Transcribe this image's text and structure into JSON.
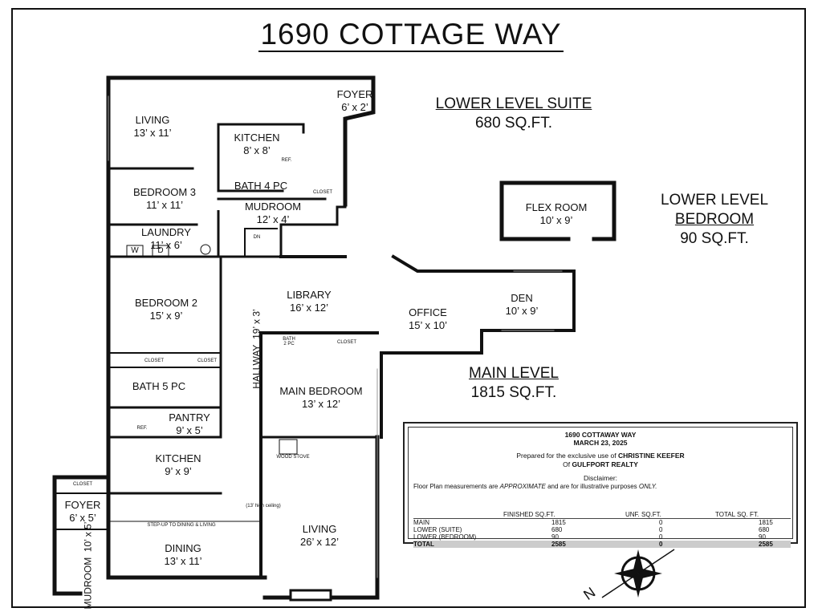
{
  "title": "1690 COTTAGE WAY",
  "levels": {
    "lower_suite": {
      "name": "LOWER LEVEL SUITE",
      "area": "680 SQ.FT."
    },
    "lower_bedroom": {
      "name_line1": "LOWER LEVEL",
      "name_line2": "BEDROOM",
      "area": "90 SQ.FT."
    },
    "main": {
      "name": "MAIN LEVEL",
      "area": "1815 SQ.FT."
    }
  },
  "rooms": {
    "foyer_top": {
      "name": "FOYER",
      "dims": "6’ x 2’"
    },
    "living_top": {
      "name": "LIVING",
      "dims": "13’ x 11’"
    },
    "kitchen_top": {
      "name": "KITCHEN",
      "dims": "8’ x 8’"
    },
    "bedroom3": {
      "name": "BEDROOM 3",
      "dims": "11’ x 11’"
    },
    "bath4": {
      "name": "BATH 4 PC"
    },
    "mudroom_top": {
      "name": "MUDROOM",
      "dims": "12’ x 4’"
    },
    "laundry": {
      "name": "LAUNDRY",
      "dims": "11’ x 6’"
    },
    "flex": {
      "name": "FLEX ROOM",
      "dims": "10’ x 9’"
    },
    "bedroom2": {
      "name": "BEDROOM 2",
      "dims": "15’ x 9’"
    },
    "library": {
      "name": "LIBRARY",
      "dims": "16’ x 12’"
    },
    "office": {
      "name": "OFFICE",
      "dims": "15’ x 10’"
    },
    "den": {
      "name": "DEN",
      "dims": "10’ x 9’"
    },
    "bath5": {
      "name": "BATH 5 PC"
    },
    "pantry": {
      "name": "PANTRY",
      "dims": "9’ x 5’"
    },
    "main_bedroom": {
      "name": "MAIN BEDROOM",
      "dims": "13’ x 12’"
    },
    "kitchen_main": {
      "name": "KITCHEN",
      "dims": "9’ x 9’"
    },
    "foyer_main": {
      "name": "FOYER",
      "dims": "6’ x 5’"
    },
    "dining": {
      "name": "DINING",
      "dims": "13’ x 11’"
    },
    "living_main": {
      "name": "LIVING",
      "dims": "26’ x 12’"
    },
    "mudroom_side": {
      "name": "MUDROOM",
      "dims": "10’ x 5’"
    },
    "hallway": {
      "name": "HALLWAY",
      "dims": "19’ x 3’"
    },
    "bath2": {
      "name_line1": "BATH",
      "name_line2": "2 PC"
    }
  },
  "small_labels": {
    "closet": "CLOSET",
    "ref": "REF.",
    "dn": "DN",
    "washer": "W",
    "dryer": "D",
    "wood_stove": "WOOD STOVE",
    "ceiling": "(13’ high ceiling)",
    "step_up": "STEP-UP TO DINING & LIVING"
  },
  "disclaimer": {
    "address": "1690 COTTAWAY WAY",
    "date": "MARCH 23, 2025",
    "prepared_prefix": "Prepared for the exclusive use of",
    "client": "CHRISTINE KEEFER",
    "of_prefix": "Of",
    "agency": "GULFPORT REALTY",
    "disclaimer_label": "Disclaimer:",
    "note_a": "Floor Plan measurements are",
    "note_b": "APPROXIMATE",
    "note_c": "and are for illustrative purposes",
    "note_d": "ONLY.",
    "columns": [
      "FINISHED SQ.FT.",
      "UNF. SQ.FT.",
      "TOTAL SQ. FT."
    ],
    "rows": [
      {
        "label": "MAIN",
        "finished": "1815",
        "unf": "0",
        "total": "1815"
      },
      {
        "label": "LOWER  (SUITE)",
        "finished": "680",
        "unf": "0",
        "total": "680"
      },
      {
        "label": "LOWER (BEDROOM)",
        "finished": "90",
        "unf": "0",
        "total": "90"
      },
      {
        "label": "TOTAL",
        "finished": "2585",
        "unf": "0",
        "total": "2585"
      }
    ]
  },
  "compass": {
    "label": "N"
  }
}
